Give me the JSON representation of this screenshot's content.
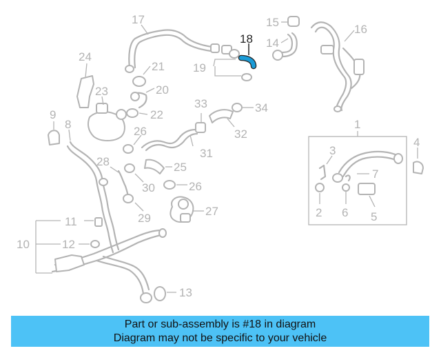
{
  "callouts": {
    "c1": "1",
    "c2": "2",
    "c3": "3",
    "c4": "4",
    "c5": "5",
    "c6": "6",
    "c7": "7",
    "c8": "8",
    "c9": "9",
    "c10": "10",
    "c11": "11",
    "c12": "12",
    "c13": "13",
    "c14": "14",
    "c15": "15",
    "c16": "16",
    "c17": "17",
    "c18": "18",
    "c19": "19",
    "c20": "20",
    "c21": "21",
    "c22": "22",
    "c23": "23",
    "c24": "24",
    "c25": "25",
    "c26a": "26",
    "c26b": "26",
    "c27": "27",
    "c28": "28",
    "c29": "29",
    "c30": "30",
    "c31": "31",
    "c32": "32",
    "c33": "33",
    "c34": "34"
  },
  "highlighted_part": "18",
  "banner": {
    "line1": "Part or sub-assembly is #18 in diagram",
    "line2": "Diagram may not be specific to your vehicle"
  },
  "colors": {
    "banner_background": "#4dc2f6",
    "highlight_part": "#1a9cd8",
    "diagram_lines": "#b3b3b3"
  }
}
